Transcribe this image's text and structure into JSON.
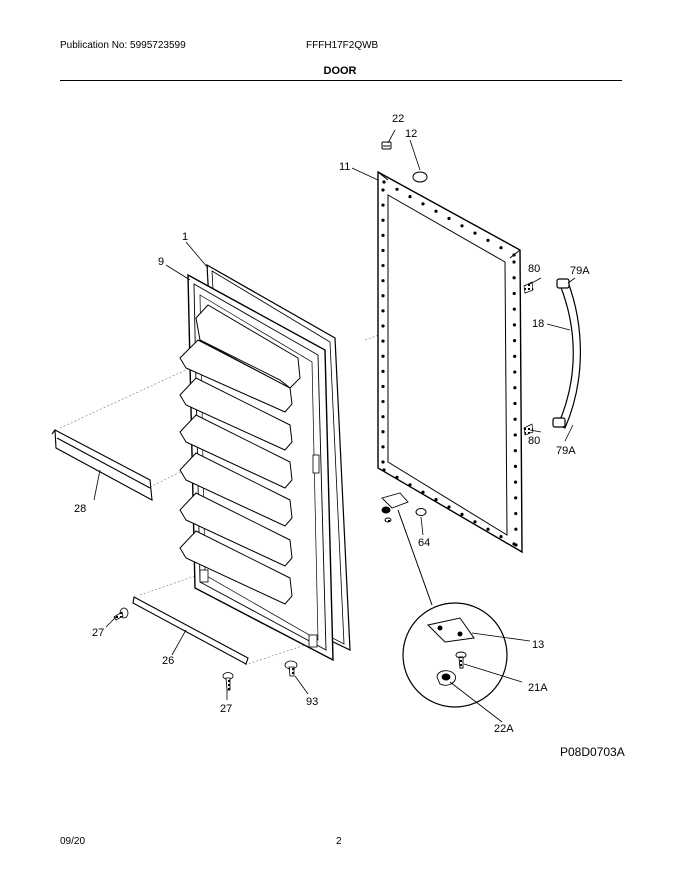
{
  "header": {
    "publication": "Publication No: 5995723599",
    "model": "FFFH17F2QWB",
    "title": "DOOR"
  },
  "callouts": {
    "door_panel": "1",
    "liner": "9",
    "outer_door": "11",
    "plug": "12",
    "hinge_bracket": "13",
    "handle": "18",
    "screw_21a": "21A",
    "bushing_22": "22",
    "bushing_22a": "22A",
    "screw_top": "27",
    "screw_bottom": "27",
    "kick_plate": "26",
    "shelf_trim": "28",
    "washer": "64",
    "screw_handle_top": "80",
    "screw_handle_bottom": "80",
    "cap_top": "79A",
    "cap_bottom": "79A",
    "screw_93": "93"
  },
  "footer": {
    "figure_code": "P08D0703A",
    "date": "09/20",
    "page": "2"
  }
}
